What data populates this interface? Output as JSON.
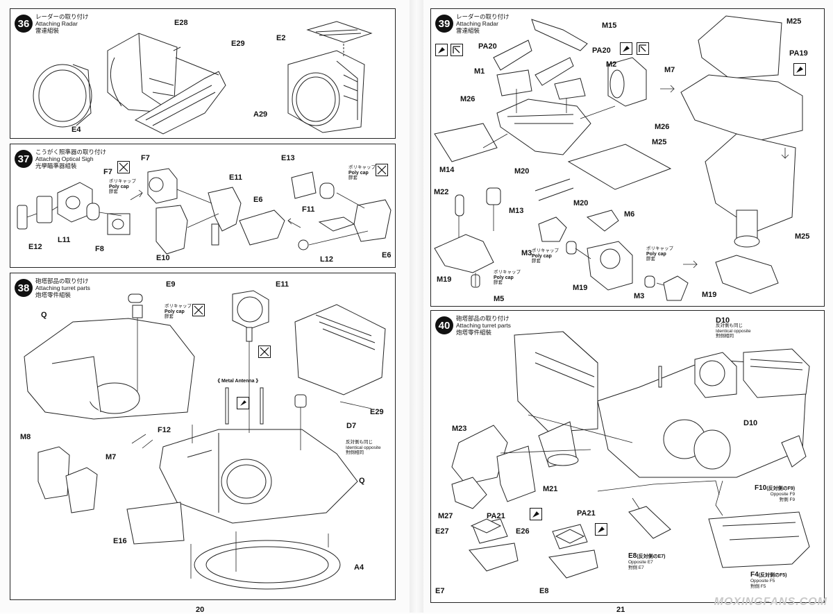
{
  "steps": {
    "s36": {
      "num": "36",
      "title_jp": "レーダーの取り付け",
      "title_en": "Attaching Radar",
      "title_cn": "雷達組裝",
      "labels": {
        "e28": "E28",
        "e29": "E29",
        "e2": "E2",
        "e4": "E4",
        "a29": "A29"
      }
    },
    "s37": {
      "num": "37",
      "title_jp": "こうがく照準器の取り付け",
      "title_en": "Attaching Optical Sigh",
      "title_cn": "光學瞄準器組裝",
      "labels": {
        "f7a": "F7",
        "f7b": "F7",
        "e13": "E13",
        "e11": "E11",
        "e6a": "E6",
        "e6b": "E6",
        "f11": "F11",
        "e12": "E12",
        "l11": "L11",
        "f8": "F8",
        "e10": "E10",
        "l12": "L12"
      },
      "polycap_jp": "ポリキャップ",
      "polycap_en": "Poly cap",
      "polycap_cn": "膠套"
    },
    "s38": {
      "num": "38",
      "title_jp": "砲塔部品の取り付け",
      "title_en": "Attaching turret parts",
      "title_cn": "炮塔零件組裝",
      "labels": {
        "e9": "E9",
        "e11": "E11",
        "q1": "Q",
        "q2": "Q",
        "f12": "F12",
        "m8": "M8",
        "m7": "M7",
        "d7": "D7",
        "e29": "E29",
        "e16": "E16",
        "a4": "A4"
      },
      "polycap_jp": "ポリキャップ",
      "polycap_en": "Poly cap",
      "polycap_cn": "膠套",
      "antenna": "《 Metal Antenna 》",
      "d7_jp": "反対側も同じ",
      "d7_en": "Identical opposite",
      "d7_cn": "對側相同"
    },
    "s39": {
      "num": "39",
      "title_jp": "レーダーの取り付け",
      "title_en": "Attaching Radar",
      "title_cn": "雷達組裝",
      "labels": {
        "m15": "M15",
        "pa20a": "PA20",
        "pa20b": "PA20",
        "m1": "M1",
        "m2": "M2",
        "m7": "M7",
        "m25a": "M25",
        "m25b": "M25",
        "m25c": "M25",
        "pa19": "PA19",
        "m26a": "M26",
        "m26b": "M26",
        "m14": "M14",
        "m20a": "M20",
        "m20b": "M20",
        "m22": "M22",
        "m13": "M13",
        "m6": "M6",
        "m3a": "M3",
        "m3b": "M3",
        "m19a": "M19",
        "m19b": "M19",
        "m19c": "M19",
        "m5": "M5"
      },
      "polycap_jp": "ポリキャップ",
      "polycap_en": "Poly cap",
      "polycap_cn": "膠套"
    },
    "s40": {
      "num": "40",
      "title_jp": "砲塔部品の取り付け",
      "title_en": "Attaching turret parts",
      "title_cn": "炮塔零件組裝",
      "labels": {
        "d10a": "D10",
        "d10b": "D10",
        "m23": "M23",
        "m21": "M21",
        "m27": "M27",
        "pa21a": "PA21",
        "pa21b": "PA21",
        "e27": "E27",
        "e26": "E26",
        "e7": "E7",
        "e8a": "E8",
        "e8b": "E8"
      },
      "d10_jp": "反対側も同じ",
      "d10_en": "Identical opposite",
      "d10_cn": "對側相同",
      "f10": "F10",
      "f10_jp": "(反対側のF9)",
      "f10_en": "Opposite F9",
      "f10_cn": "對側 F9",
      "e8_jp": "(反対側のE7)",
      "e8_en": "Opposite E7",
      "e8_cn": "對側 E7",
      "f4": "F4",
      "f4_jp": "(反対側のF5)",
      "f4_en": "Opposite F5",
      "f4_cn": "對側 F5"
    }
  },
  "page_numbers": {
    "left": "20",
    "right": "21"
  },
  "watermark": "MOXINGFANS.COM"
}
